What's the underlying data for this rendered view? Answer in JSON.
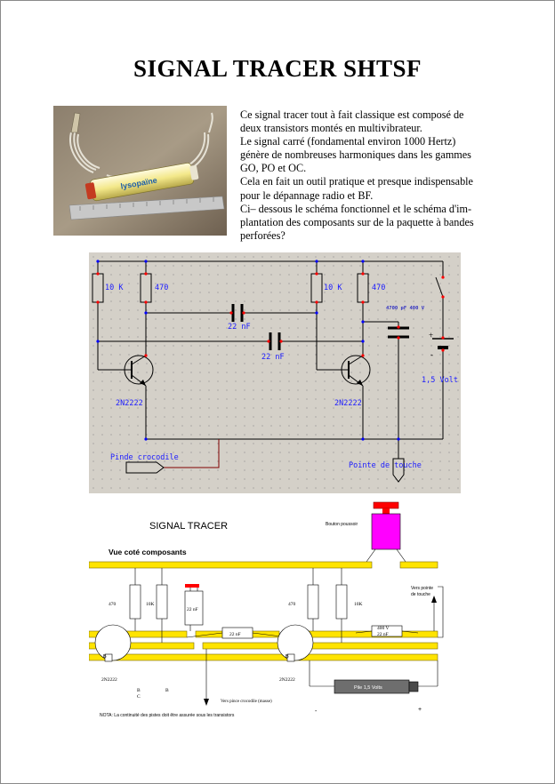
{
  "title": "SIGNAL TRACER SHTSF",
  "intro_lines": [
    "Ce signal tracer tout à fait classique est composé de",
    "deux transistors montés en multivibrateur.",
    "Le signal carré (fondamental environ 1000 Hertz)",
    "génère de nombreuses harmoniques  dans les gammes",
    "GO, PO et OC.",
    "Cela en fait un outil pratique et presque indispensable",
    "pour le dépannage radio et BF.",
    "Ci– dessous le schéma fonctionnel et le schéma d'im-",
    "plantation des composants sur de la paquette à bandes",
    "perforées?"
  ],
  "photo": {
    "label": "lysopaïne"
  },
  "schematic": {
    "r1": "10 K",
    "r2": "470",
    "r3": "10 K",
    "r4": "470",
    "c1": "22 nF",
    "c2": "22 nF",
    "c3": "4700 pF  400  V",
    "t1": "2N2222",
    "t2": "2N2222",
    "battery": "1,5 Volt",
    "clip": "Pinde crocodile",
    "probe": "Pointe de touche"
  },
  "layout": {
    "title": "SIGNAL TRACER",
    "view": "Vue coté composants",
    "push_button": "Bouton poussoir",
    "r1": "470",
    "r2": "10K",
    "c1": "22 nF",
    "c2": "22 nF",
    "r3": "470",
    "r4": "10K",
    "c3": "400 V",
    "c3b": "22 nF",
    "probe_arrow": "Vers pointe de touche",
    "t1": "2N2222",
    "t2": "2N2222",
    "pin_b": "B",
    "pin_b2": "B",
    "pin_c": "C",
    "pin_b3": "B",
    "clip_arrow": "Vers pince crocodile (masse)",
    "battery": "Pile 1,5 Volts",
    "minus": "-",
    "plus": "+",
    "note": "NOTA: La continuité des pistes doit être assurée sous les transistors"
  },
  "colors": {
    "board": "#d4d0c8",
    "wire": "#000000",
    "junction": "#ff0000",
    "label_blue": "#1a1aff",
    "probe_wire": "#800000",
    "track": "#ffe400",
    "button_body": "#ff00ff",
    "button_cap": "#ff0000"
  }
}
